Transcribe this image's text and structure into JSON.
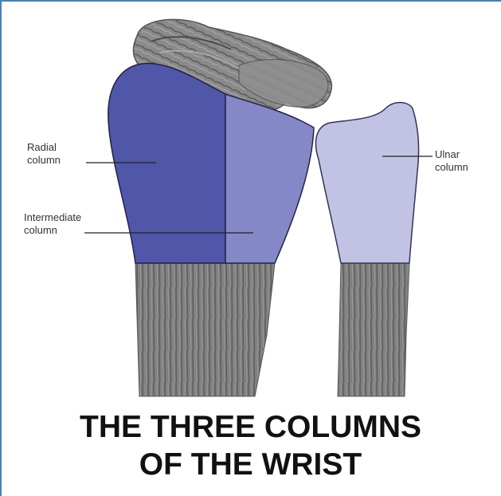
{
  "diagram": {
    "labels": {
      "radial_line1": "Radial",
      "radial_line2": "column",
      "intermediate_line1": "Intermediate",
      "intermediate_line2": "column",
      "ulnar_line1": "Ulnar",
      "ulnar_line2": "column"
    },
    "title_line1": "THE THREE COLUMNS",
    "title_line2": "OF THE WRIST",
    "colors": {
      "radial_column": "#5056a8",
      "intermediate_column": "#8488c6",
      "ulnar_column": "#c2c2e4",
      "bone_shaft": "#7a7a7a",
      "frame_border": "#4a7fb5"
    },
    "icons": [
      "carpal-bone-illustration",
      "radius-bone-illustration",
      "ulna-bone-illustration"
    ]
  }
}
